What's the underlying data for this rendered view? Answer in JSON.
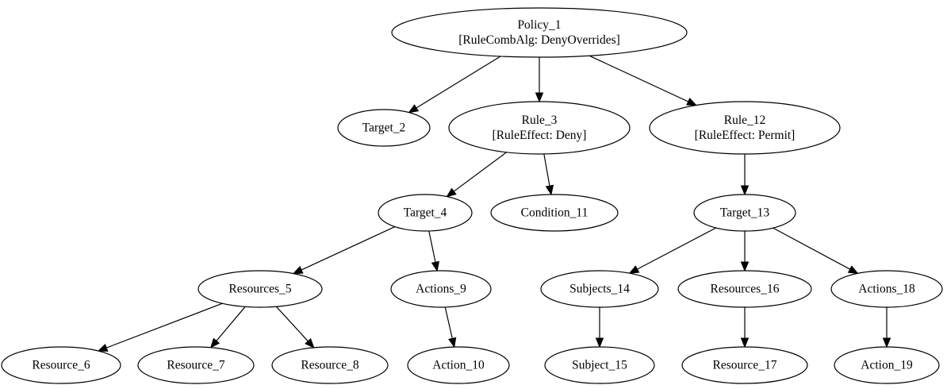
{
  "nodes": [
    {
      "id": "policy_1",
      "lines": [
        "Policy_1",
        "[RuleCombAlg: DenyOverrides]"
      ]
    },
    {
      "id": "target_2",
      "lines": [
        "Target_2"
      ]
    },
    {
      "id": "rule_3",
      "lines": [
        "Rule_3",
        "[RuleEffect: Deny]"
      ]
    },
    {
      "id": "rule_12",
      "lines": [
        "Rule_12",
        "[RuleEffect: Permit]"
      ]
    },
    {
      "id": "target_4",
      "lines": [
        "Target_4"
      ]
    },
    {
      "id": "condition_11",
      "lines": [
        "Condition_11"
      ]
    },
    {
      "id": "target_13",
      "lines": [
        "Target_13"
      ]
    },
    {
      "id": "resources_5",
      "lines": [
        "Resources_5"
      ]
    },
    {
      "id": "actions_9",
      "lines": [
        "Actions_9"
      ]
    },
    {
      "id": "subjects_14",
      "lines": [
        "Subjects_14"
      ]
    },
    {
      "id": "resources_16",
      "lines": [
        "Resources_16"
      ]
    },
    {
      "id": "actions_18",
      "lines": [
        "Actions_18"
      ]
    },
    {
      "id": "resource_6",
      "lines": [
        "Resource_6"
      ]
    },
    {
      "id": "resource_7",
      "lines": [
        "Resource_7"
      ]
    },
    {
      "id": "resource_8",
      "lines": [
        "Resource_8"
      ]
    },
    {
      "id": "action_10",
      "lines": [
        "Action_10"
      ]
    },
    {
      "id": "subject_15",
      "lines": [
        "Subject_15"
      ]
    },
    {
      "id": "resource_17",
      "lines": [
        "Resource_17"
      ]
    },
    {
      "id": "action_19",
      "lines": [
        "Action_19"
      ]
    }
  ],
  "edges": [
    {
      "from": "policy_1",
      "to": "target_2"
    },
    {
      "from": "policy_1",
      "to": "rule_3"
    },
    {
      "from": "policy_1",
      "to": "rule_12"
    },
    {
      "from": "rule_3",
      "to": "target_4"
    },
    {
      "from": "rule_3",
      "to": "condition_11"
    },
    {
      "from": "rule_12",
      "to": "target_13"
    },
    {
      "from": "target_4",
      "to": "resources_5"
    },
    {
      "from": "target_4",
      "to": "actions_9"
    },
    {
      "from": "target_13",
      "to": "subjects_14"
    },
    {
      "from": "target_13",
      "to": "resources_16"
    },
    {
      "from": "target_13",
      "to": "actions_18"
    },
    {
      "from": "resources_5",
      "to": "resource_6"
    },
    {
      "from": "resources_5",
      "to": "resource_7"
    },
    {
      "from": "resources_5",
      "to": "resource_8"
    },
    {
      "from": "actions_9",
      "to": "action_10"
    },
    {
      "from": "subjects_14",
      "to": "subject_15"
    },
    {
      "from": "resources_16",
      "to": "resource_17"
    },
    {
      "from": "actions_18",
      "to": "action_19"
    }
  ]
}
